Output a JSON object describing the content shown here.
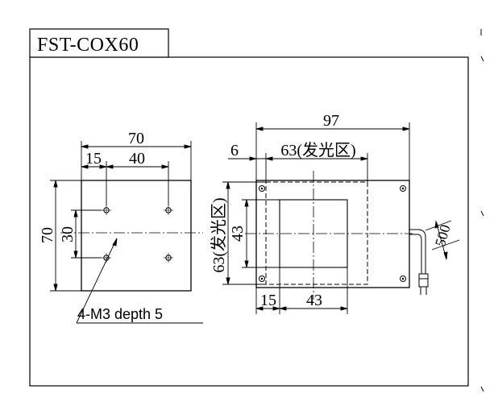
{
  "title": "FST-COX60",
  "front_view": {
    "width_label": "70",
    "hole_offset_label": "15",
    "hole_spacing_x_label": "40",
    "height_label": "70",
    "hole_spacing_y_label": "30",
    "callout": "4-M3 depth 5"
  },
  "side_view": {
    "overall_width_label": "97",
    "edge_offset_label": "6",
    "emitting_width_label": "63(发光区)",
    "emitting_height_label": "63(发光区)",
    "window_height_label": "43",
    "window_offset_label": "15",
    "window_width_label": "43",
    "cable_length_label": "500"
  }
}
